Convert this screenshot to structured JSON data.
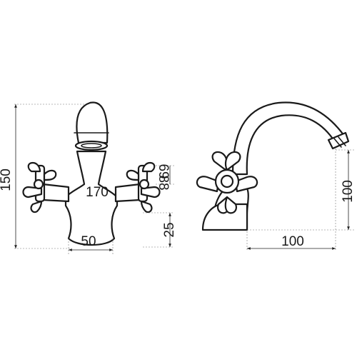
{
  "dimensions": {
    "total_height": "150",
    "reach_width": "170",
    "handle_angle_a": "69",
    "handle_angle_b": "88",
    "base_height": "25",
    "base_width": "50",
    "spout_height": "100",
    "spout_reach": "100"
  },
  "colors": {
    "line": "#1a1a1a",
    "dimension": "#222222",
    "background": "#ffffff"
  }
}
